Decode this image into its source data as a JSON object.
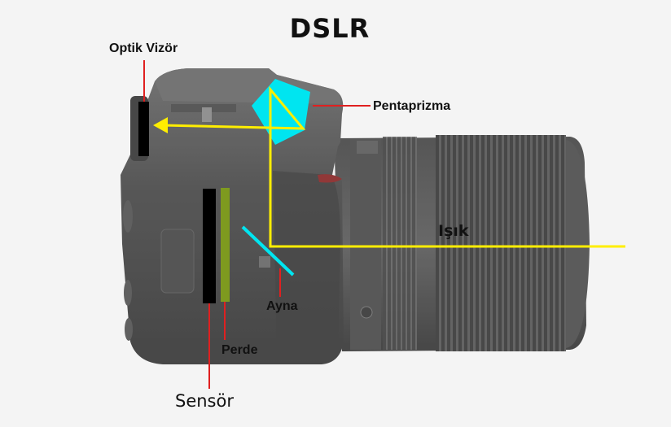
{
  "title": "DSLR",
  "labels": {
    "viewfinder": "Optik Vizör",
    "pentaprism": "Pentaprizma",
    "light": "Işık",
    "mirror": "Ayna",
    "shutter": "Perde",
    "sensor": "Sensör"
  },
  "colors": {
    "light_ray": "#ffee00",
    "prism_mirror": "#00e5f0",
    "leader_line": "#e02020",
    "sensor": "#000000",
    "shutter": "#7e9a1f",
    "camera_body": "#4a4a4a"
  },
  "icons": [
    "arrow-left-icon"
  ]
}
